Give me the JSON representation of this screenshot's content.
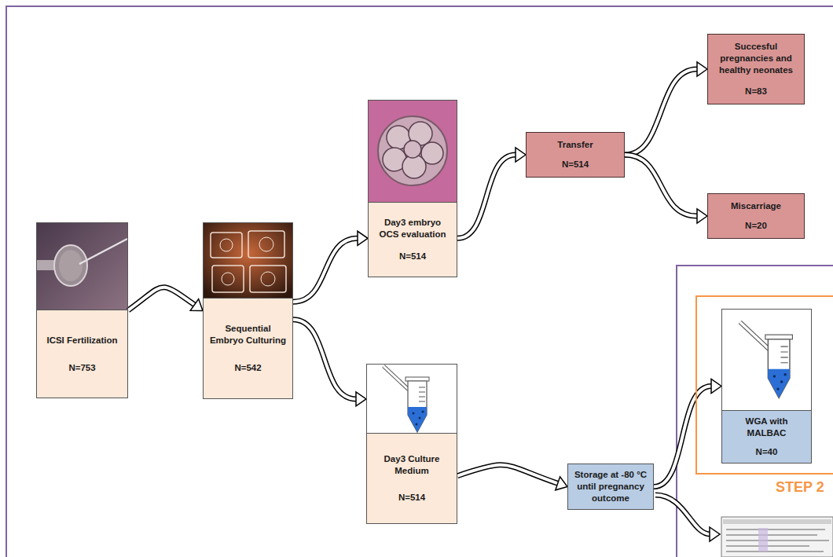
{
  "diagram": {
    "nodes": [
      {
        "text": [
          "ICSI Fertilization",
          "N=753"
        ]
      },
      {
        "text": [
          "Sequential Embryo Culturing",
          "N=542"
        ]
      },
      {
        "text": [
          "Day3 embryo OCS evaluation",
          "N=514"
        ]
      },
      {
        "text": [
          "Day3 Culture Medium",
          "N=514"
        ]
      },
      {
        "text": [
          "Transfer",
          "N=514"
        ]
      },
      {
        "text": [
          "Succesful pregnancies and healthy neonates",
          "N=83"
        ]
      },
      {
        "text": [
          "Miscarriage",
          "N=20"
        ]
      },
      {
        "text": [
          "Storage at -80 °C until pregnancy outcome"
        ]
      },
      {
        "text": [
          "STEP 2"
        ]
      },
      {
        "text": [
          "WGA with MALBAC",
          "N=40"
        ],
        "in": 8
      }
    ],
    "edges": [
      {
        "from": 0,
        "to": 1,
        "arrow": "to"
      },
      {
        "from": 1,
        "to": 2,
        "arrow": "to"
      },
      {
        "from": 1,
        "to": 3,
        "arrow": "to"
      },
      {
        "from": 2,
        "to": 4,
        "arrow": "to"
      },
      {
        "from": 4,
        "to": 5,
        "arrow": "to"
      },
      {
        "from": 4,
        "to": 6,
        "arrow": "to"
      },
      {
        "from": 3,
        "to": 7,
        "arrow": "to"
      },
      {
        "from": 7,
        "to": 9,
        "arrow": "to"
      }
    ]
  }
}
